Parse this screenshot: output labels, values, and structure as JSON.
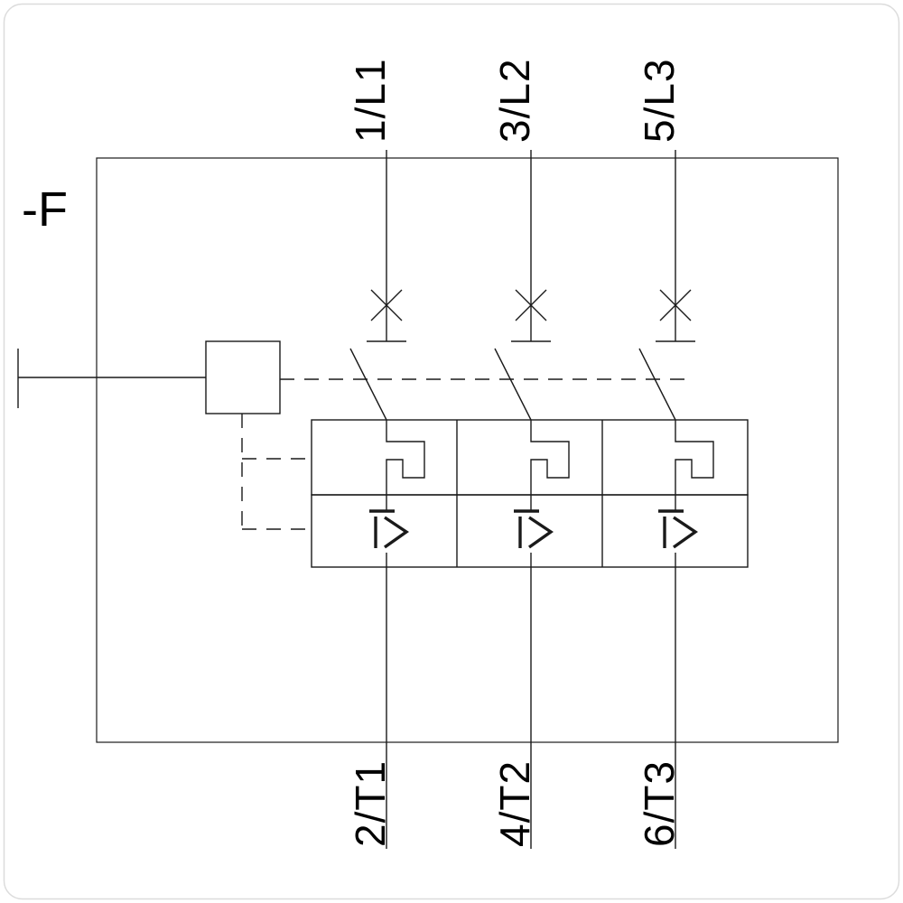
{
  "device": {
    "label": "-F",
    "description": "3-pole motor protection circuit breaker schematic"
  },
  "terminals": {
    "top": [
      "1/L1",
      "3/L2",
      "5/L3"
    ],
    "bottom": [
      "2/T1",
      "4/T2",
      "6/T3"
    ]
  },
  "symbols": {
    "magnetic_trip": "I>",
    "breaker_function": "x-cross",
    "thermal_overload": "rectangular-loop",
    "mechanical_coupling": "dashed-line",
    "manual_operator": "square-actuator"
  },
  "colors": {
    "line": "#1a1a1a",
    "text": "#000000",
    "background": "#ffffff",
    "frame": "#dcdcdc"
  }
}
